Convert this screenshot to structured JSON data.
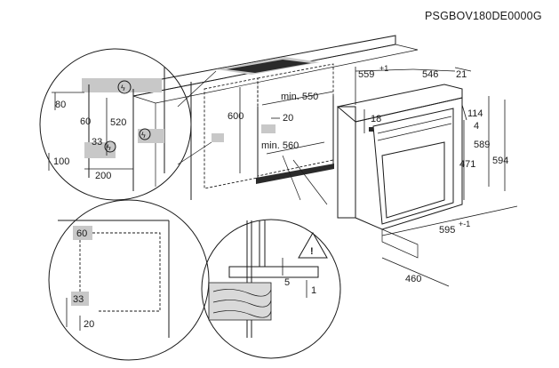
{
  "model_code": "PSGBOV180DE0000G",
  "cabinet": {
    "height_label": "600",
    "width_min_label": "min. 550",
    "depth_min_label": "min. 560",
    "gap_label": "20"
  },
  "oven": {
    "width_label": "559",
    "width_tol": "+1",
    "depth_label": "546",
    "front_label": "21",
    "front_width_label": "595",
    "front_width_tol": "+-1",
    "height_label": "594",
    "body_height_label": "589",
    "inner_height_label": "471",
    "top_label": "114",
    "top2_label": "4",
    "side_label": "18",
    "door_open_label": "460"
  },
  "detail_tl": {
    "d80": "80",
    "d60": "60",
    "d520": "520",
    "d33": "33",
    "d100": "100",
    "d200": "200"
  },
  "detail_bl": {
    "d60": "60",
    "d33": "33",
    "d20": "20"
  },
  "detail_br": {
    "d5": "5",
    "d1": "1"
  }
}
